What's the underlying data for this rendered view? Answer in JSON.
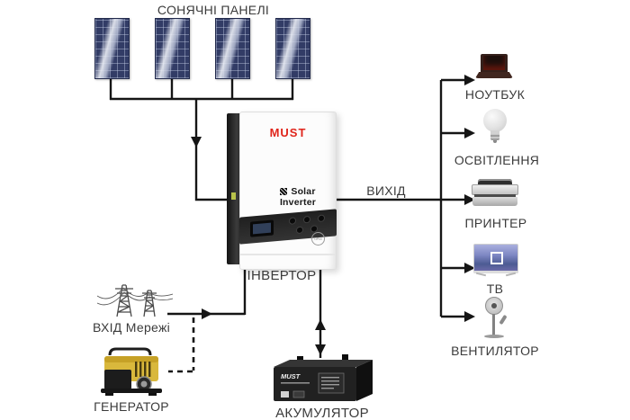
{
  "diagram": {
    "title": "СОНЯЧНІ ПАНЕЛІ",
    "solar_panels": {
      "count": 4
    },
    "inverter": {
      "label": "ІНВЕРТОР",
      "brand": "MUST",
      "model_text": "Solar Inverter"
    },
    "output": {
      "label": "ВИХІД"
    },
    "grid_input": {
      "label": "ВХІД Мережі"
    },
    "generator": {
      "label": "ГЕНЕРАТОР"
    },
    "battery": {
      "label": "АКУМУЛЯТОР",
      "brand": "MUST"
    },
    "loads": [
      {
        "name": "laptop",
        "label": "НОУТБУК"
      },
      {
        "name": "lighting",
        "label": "ОСВІТЛЕННЯ"
      },
      {
        "name": "printer",
        "label": "ПРИНТЕР"
      },
      {
        "name": "tv",
        "label": "ТВ"
      },
      {
        "name": "fan",
        "label": "ВЕНТИЛЯТОР"
      }
    ],
    "colors": {
      "wire": "#151515",
      "brand_red": "#e0251b",
      "panel_navy": "#323c66",
      "generator_yellow": "#d9b83c",
      "label_text": "#3b3b3b"
    }
  }
}
